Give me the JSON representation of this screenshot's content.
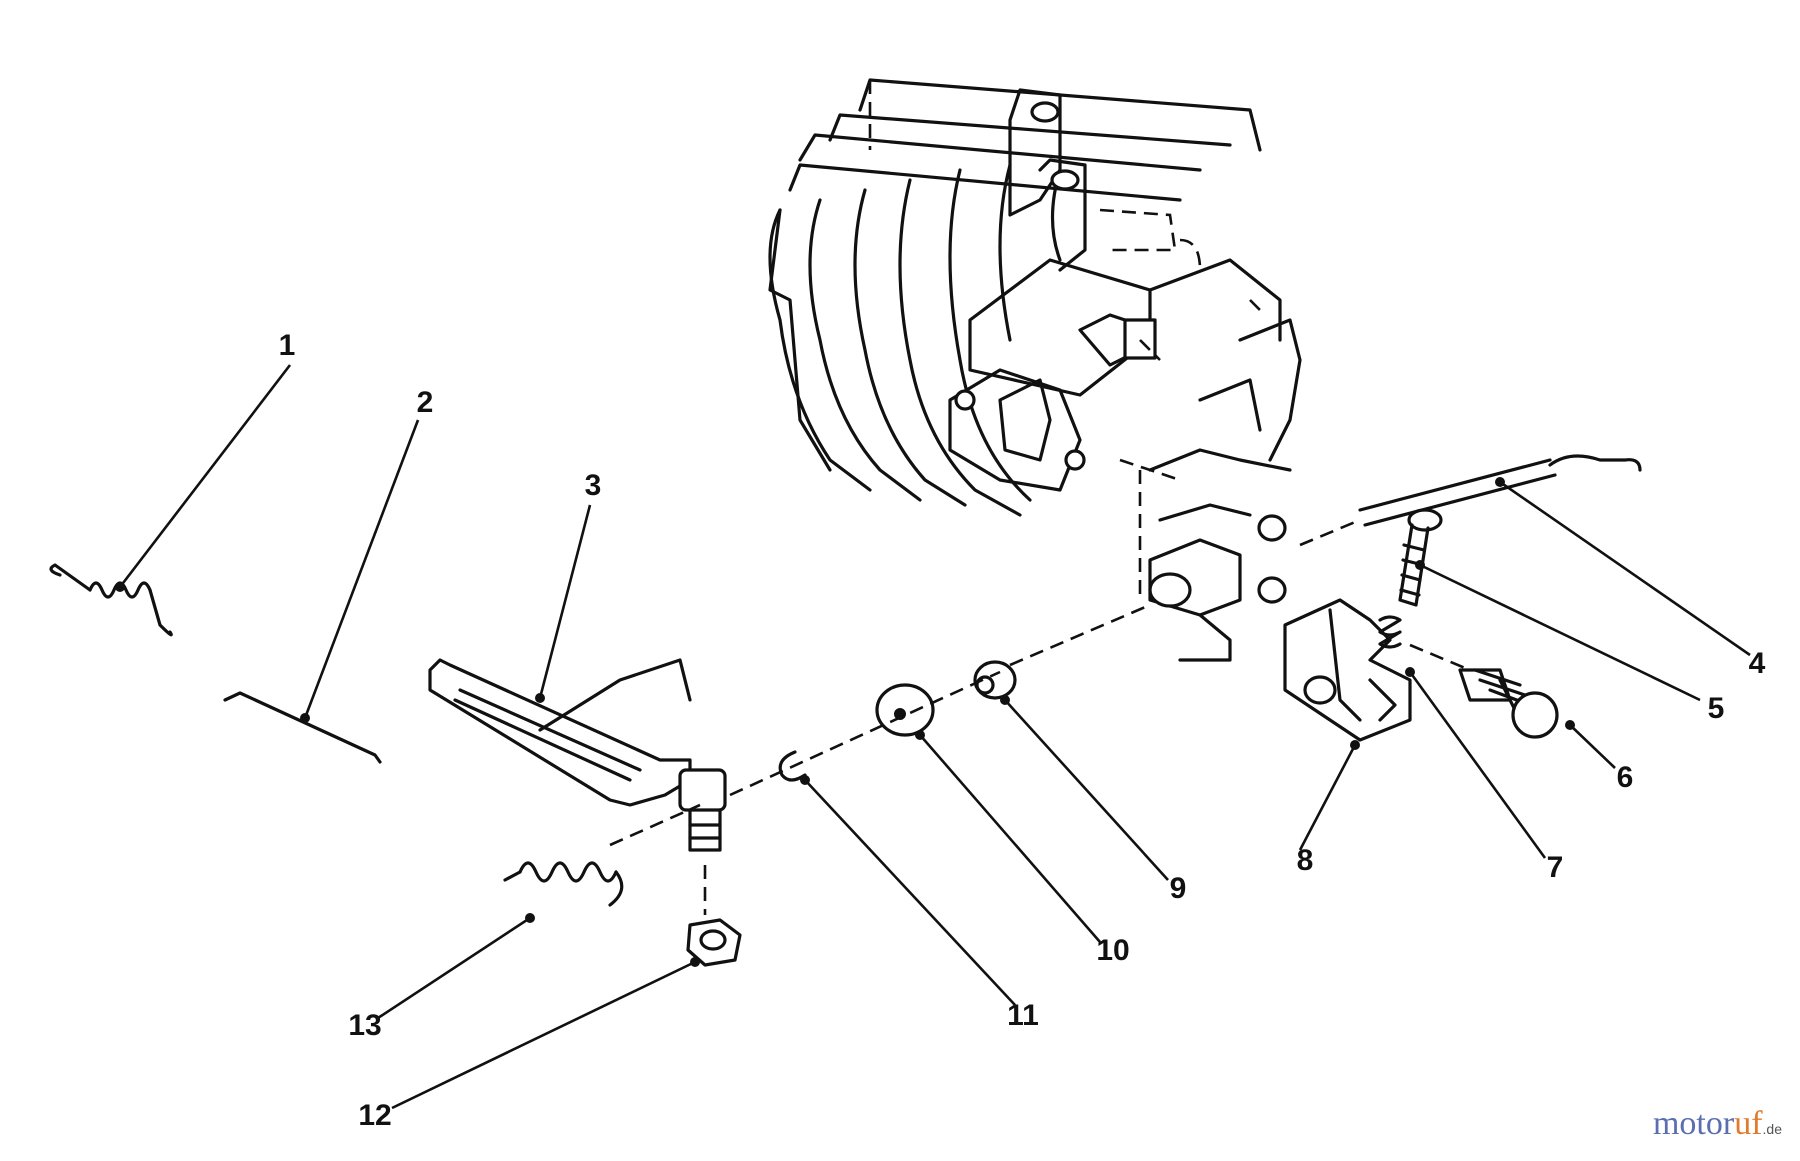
{
  "callouts": [
    "1",
    "2",
    "3",
    "4",
    "5",
    "6",
    "7",
    "8",
    "9",
    "10",
    "11",
    "12",
    "13"
  ],
  "watermark": {
    "part1": "motor",
    "part2": "uf",
    "suffix": ".de",
    "colors": [
      "#5b6fb0",
      "#e07b2a"
    ]
  },
  "icons": [
    "engine-block-icon",
    "spring-icon",
    "rod-icon",
    "lever-icon",
    "cable-icon",
    "screw-icon",
    "bolt-icon",
    "bracket-icon",
    "bushing-icon",
    "washer-icon",
    "clip-icon",
    "nut-icon"
  ]
}
